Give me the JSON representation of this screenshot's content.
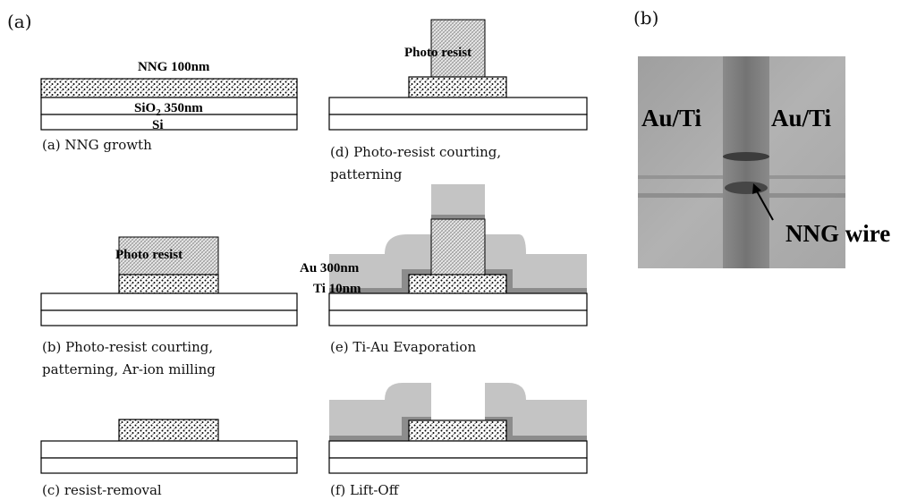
{
  "panel_labels": {
    "a": "(a)",
    "b": "(b)"
  },
  "layers": {
    "nng": "NNG 100nm",
    "sio2": "SiO",
    "sio2_sub": "2",
    "sio2_thk": " 350nm",
    "si": "Si",
    "photo_resist": "Photo resist",
    "au": "Au 300nm",
    "ti": "Ti 10nm"
  },
  "steps": {
    "a": "(a) NNG growth",
    "b_line1": "(b) Photo-resist courting,",
    "b_line2": "patterning, Ar-ion milling",
    "c": "(c) resist-removal",
    "d_line1": "(d) Photo-resist courting,",
    "d_line2": "patterning",
    "e": "(e) Ti-Au Evaporation",
    "f": "(f) Lift-Off"
  },
  "micrograph": {
    "left_label": "Au/Ti",
    "right_label": "Au/Ti",
    "wire_label": "NNG wire"
  },
  "colors": {
    "metal": "#c4c4c4",
    "metal_dark": "#8c8c8c",
    "image_bg": "#a9a9a9",
    "wire": "#808080"
  }
}
